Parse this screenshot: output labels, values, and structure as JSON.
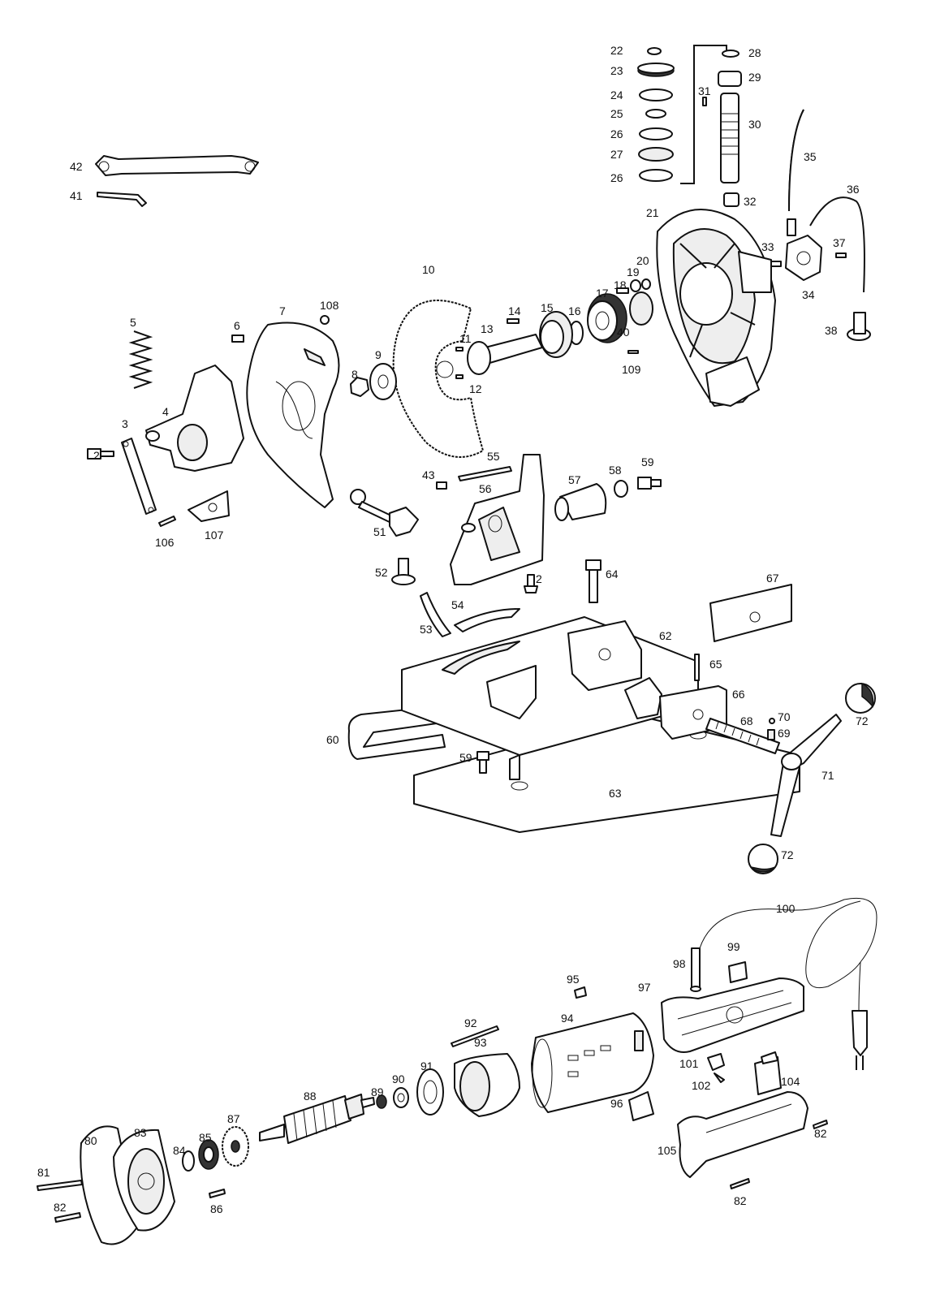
{
  "labels": [
    "2",
    "2",
    "3",
    "4",
    "5",
    "6",
    "7",
    "8",
    "9",
    "10",
    "11",
    "12",
    "13",
    "14",
    "15",
    "16",
    "17",
    "18",
    "19",
    "20",
    "21",
    "22",
    "23",
    "24",
    "25",
    "26",
    "26",
    "27",
    "28",
    "29",
    "30",
    "31",
    "32",
    "33",
    "34",
    "35",
    "36",
    "37",
    "38",
    "40",
    "41",
    "42",
    "43",
    "51",
    "52",
    "53",
    "54",
    "55",
    "56",
    "57",
    "58",
    "59",
    "59",
    "60",
    "62",
    "63",
    "64",
    "65",
    "66",
    "67",
    "68",
    "69",
    "70",
    "71",
    "72",
    "72",
    "80",
    "81",
    "82",
    "82",
    "82",
    "83",
    "84",
    "85",
    "86",
    "87",
    "88",
    "89",
    "90",
    "91",
    "92",
    "93",
    "94",
    "95",
    "96",
    "97",
    "98",
    "99",
    "100",
    "101",
    "102",
    "104",
    "105",
    "106",
    "107",
    "108",
    "109"
  ]
}
